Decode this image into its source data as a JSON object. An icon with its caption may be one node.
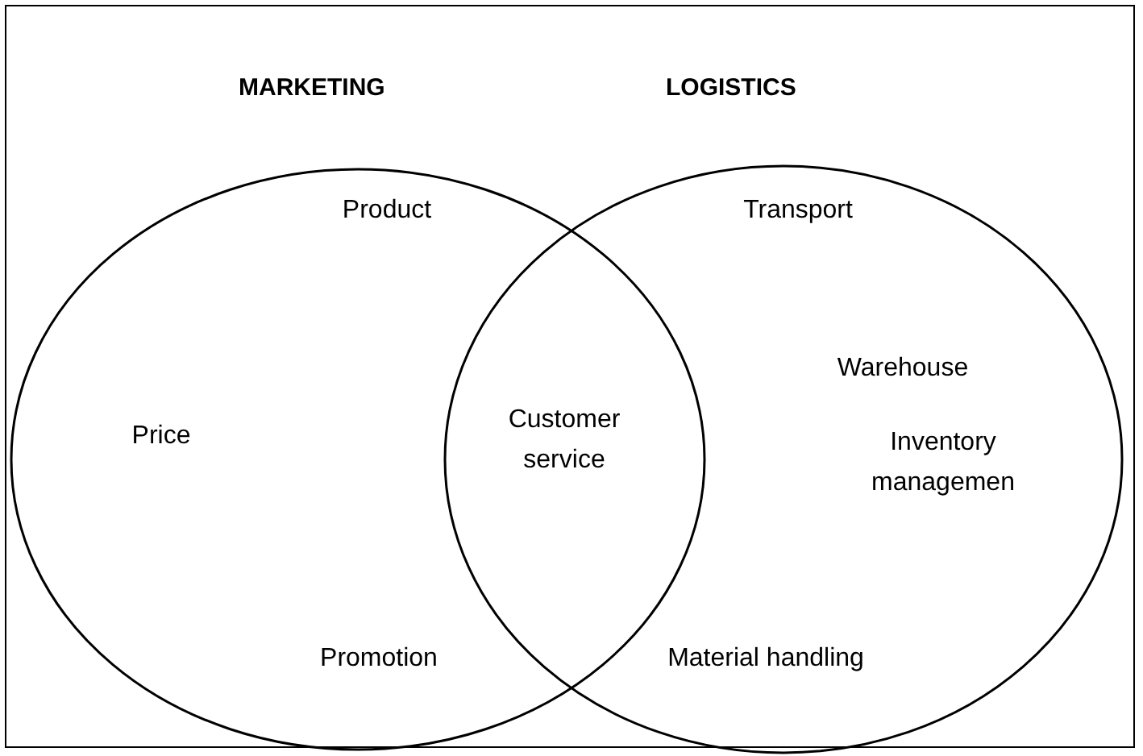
{
  "diagram": {
    "nodes": [
      {
        "text": [
          "MARKETING"
        ]
      },
      {
        "text": [
          "LOGISTICS"
        ]
      }
    ],
    "labels": [
      "Product",
      "Transport",
      "Warehouse",
      "Price",
      "Customer service",
      "Inventory managemen",
      "Promotion",
      "Material handling"
    ]
  }
}
